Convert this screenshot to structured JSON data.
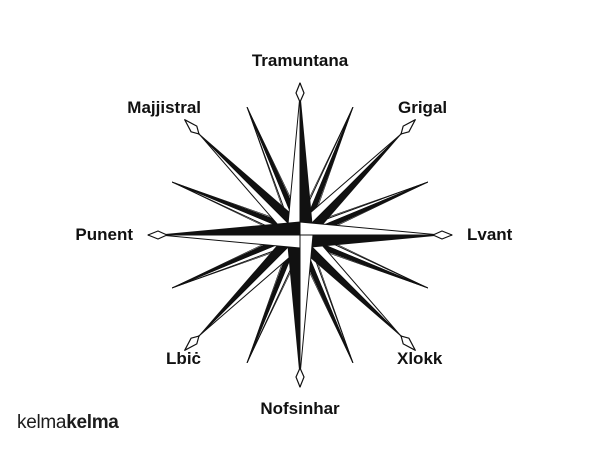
{
  "wind_labels": {
    "north": "Tramuntana",
    "northeast": "Grigal",
    "east": "Lvant",
    "southeast": "Xlokk",
    "south": "Nofsinhar",
    "southwest": "Lbiċ",
    "west": "Punent",
    "northwest": "Majjistral"
  },
  "brand": {
    "part1": "kelma",
    "part2": "kelma"
  },
  "colors": {
    "ink": "#111111",
    "background": "#ffffff"
  }
}
